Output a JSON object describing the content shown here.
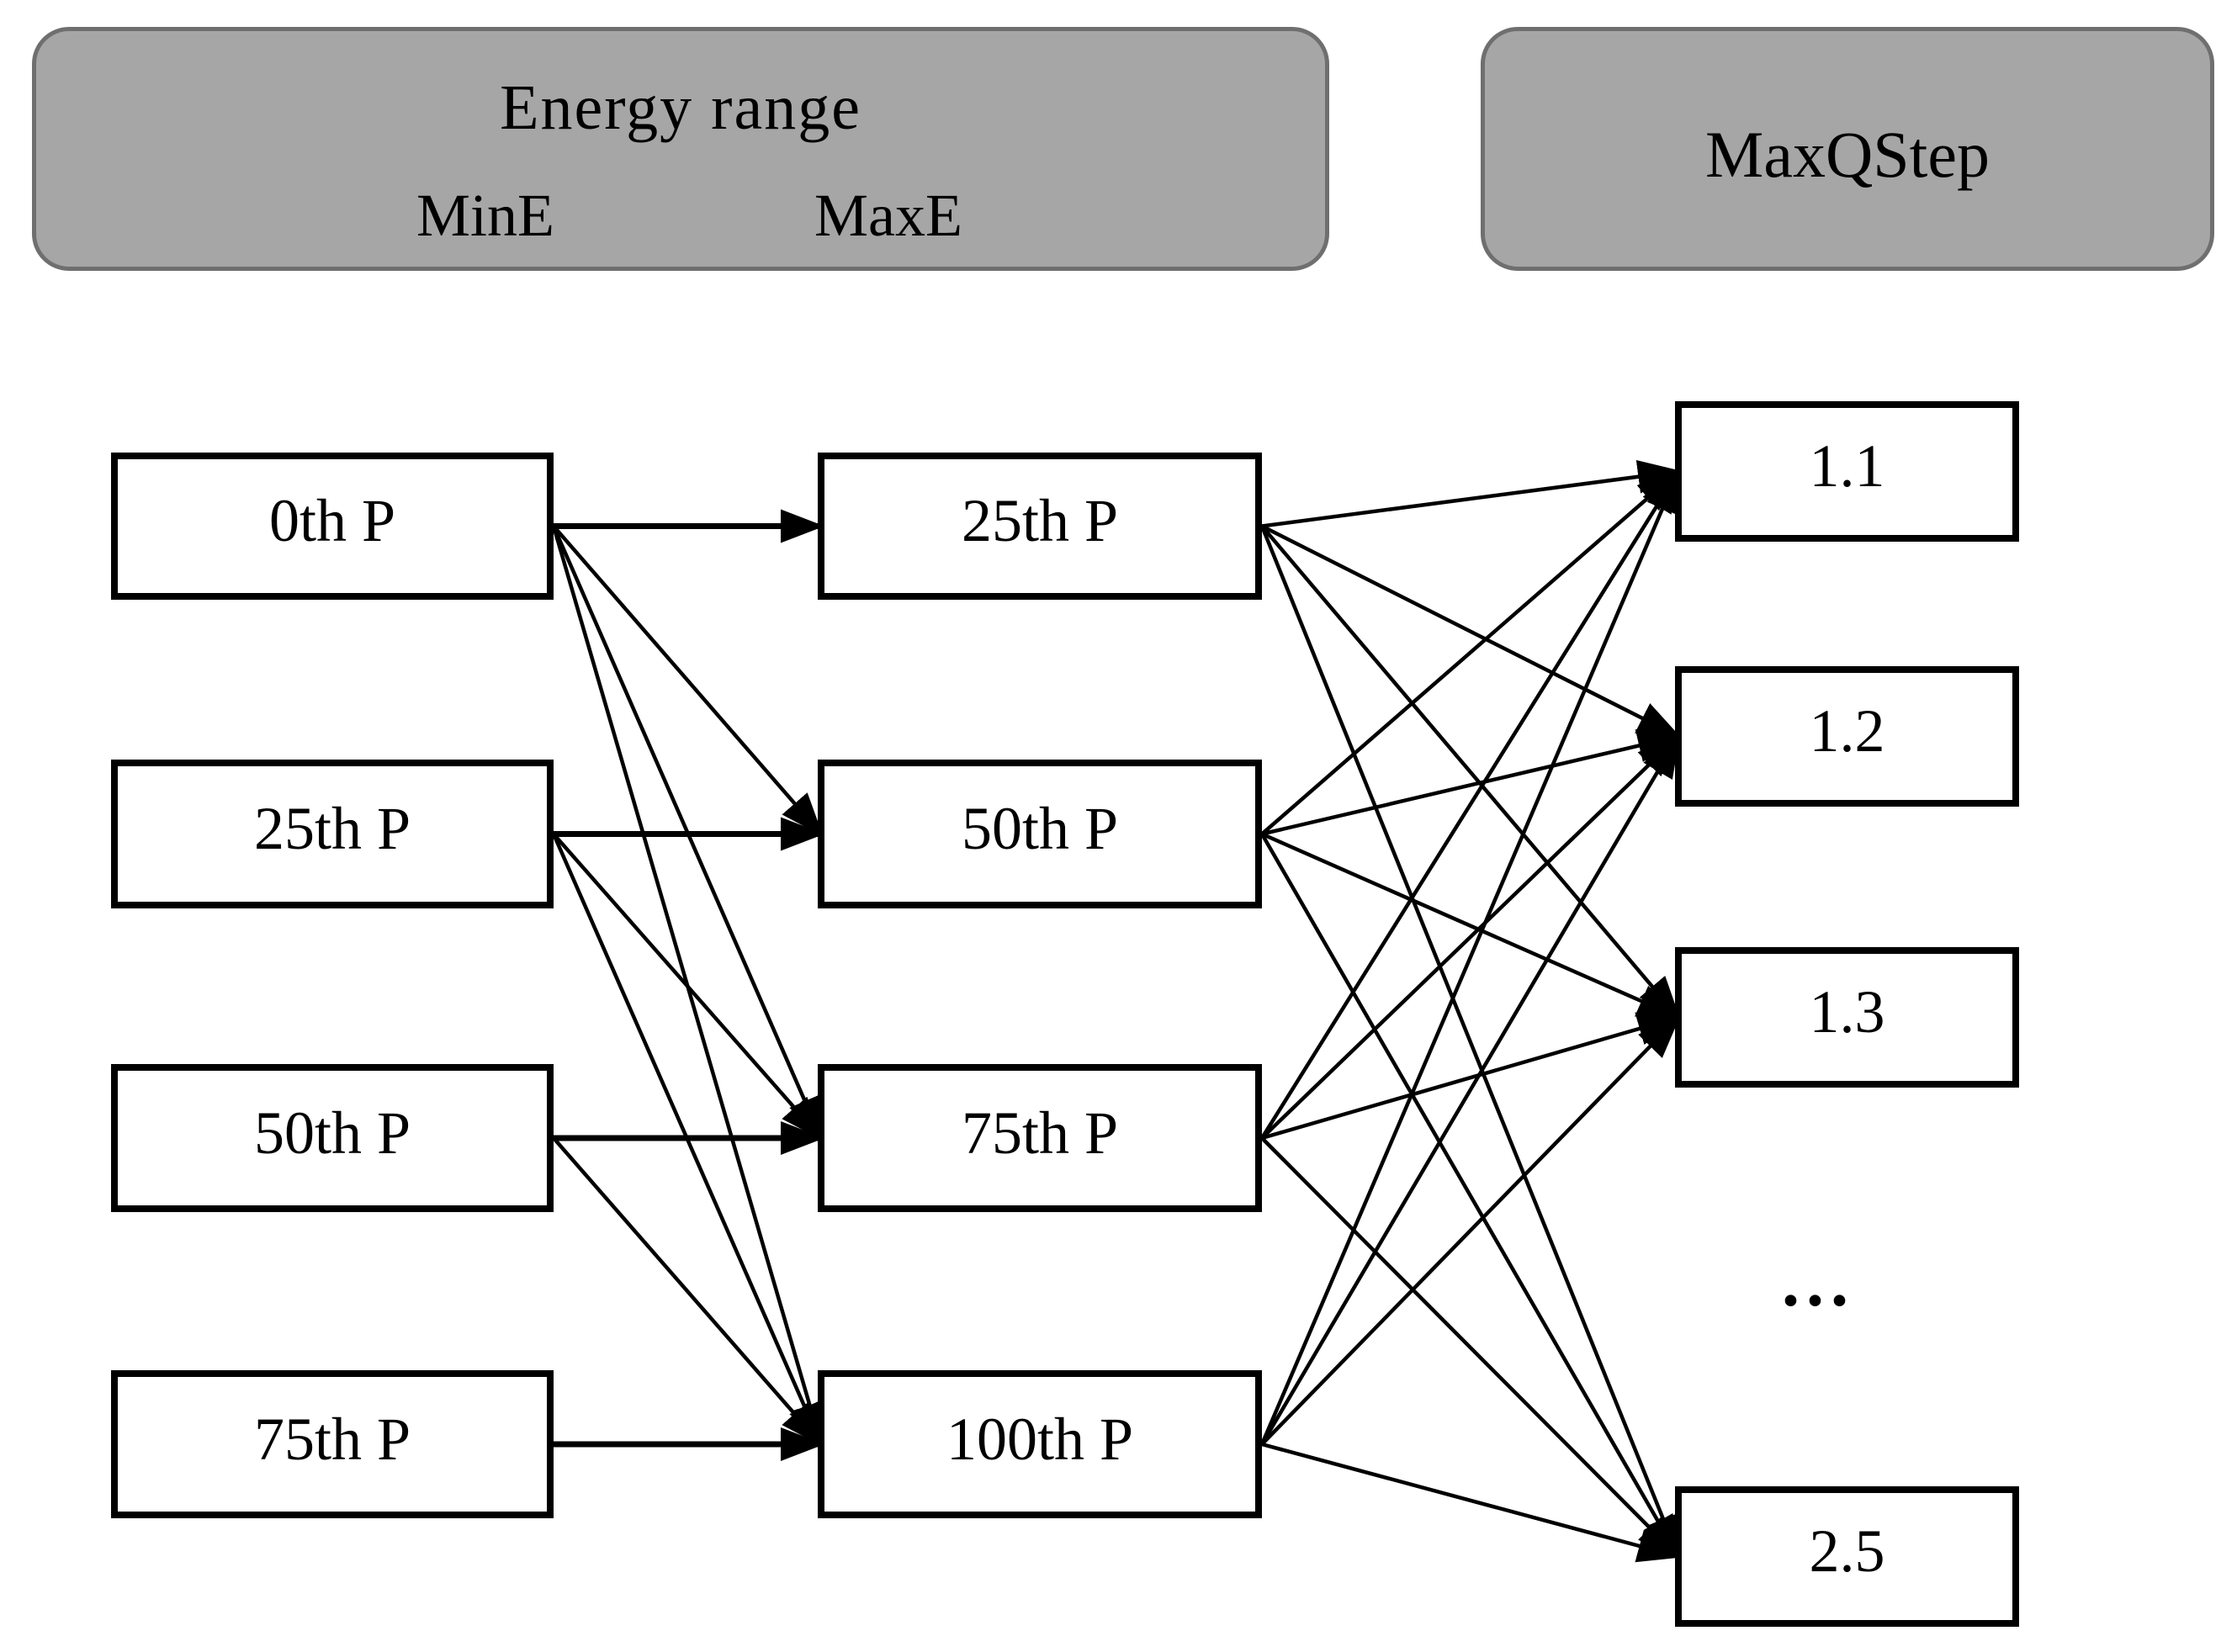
{
  "diagram": {
    "header_left": {
      "title": "Energy range",
      "col_left": "MinE",
      "col_right": "MaxE"
    },
    "header_right": {
      "title": "MaxQStep"
    },
    "min_e_nodes": [
      {
        "id": "L0",
        "label": "0th P"
      },
      {
        "id": "L1",
        "label": "25th P"
      },
      {
        "id": "L2",
        "label": "50th P"
      },
      {
        "id": "L3",
        "label": "75th P"
      }
    ],
    "max_e_nodes": [
      {
        "id": "M0",
        "label": "25th P"
      },
      {
        "id": "M1",
        "label": "50th P"
      },
      {
        "id": "M2",
        "label": "75th P"
      },
      {
        "id": "M3",
        "label": "100th P"
      }
    ],
    "max_q_step_nodes": [
      {
        "id": "R0",
        "label": "1.1"
      },
      {
        "id": "R1",
        "label": "1.2"
      },
      {
        "id": "R2",
        "label": "1.3"
      },
      {
        "id": "R3",
        "label": "2.5"
      }
    ],
    "ellipsis": "...",
    "edges_min_to_max": [
      [
        "L0",
        "M0"
      ],
      [
        "L0",
        "M1"
      ],
      [
        "L0",
        "M2"
      ],
      [
        "L0",
        "M3"
      ],
      [
        "L1",
        "M1"
      ],
      [
        "L1",
        "M2"
      ],
      [
        "L1",
        "M3"
      ],
      [
        "L2",
        "M2"
      ],
      [
        "L2",
        "M3"
      ],
      [
        "L3",
        "M3"
      ]
    ],
    "edges_max_to_qstep": [
      [
        "M0",
        "R0"
      ],
      [
        "M0",
        "R1"
      ],
      [
        "M0",
        "R2"
      ],
      [
        "M0",
        "R3"
      ],
      [
        "M1",
        "R0"
      ],
      [
        "M1",
        "R1"
      ],
      [
        "M1",
        "R2"
      ],
      [
        "M1",
        "R3"
      ],
      [
        "M2",
        "R0"
      ],
      [
        "M2",
        "R1"
      ],
      [
        "M2",
        "R2"
      ],
      [
        "M2",
        "R3"
      ],
      [
        "M3",
        "R0"
      ],
      [
        "M3",
        "R1"
      ],
      [
        "M3",
        "R2"
      ],
      [
        "M3",
        "R3"
      ]
    ],
    "colors": {
      "header_fill": "#a6a6a6",
      "header_border": "#6f6f6f",
      "box_fill": "#ffffff",
      "box_border": "#000000",
      "line": "#000000",
      "text": "#000000"
    }
  }
}
